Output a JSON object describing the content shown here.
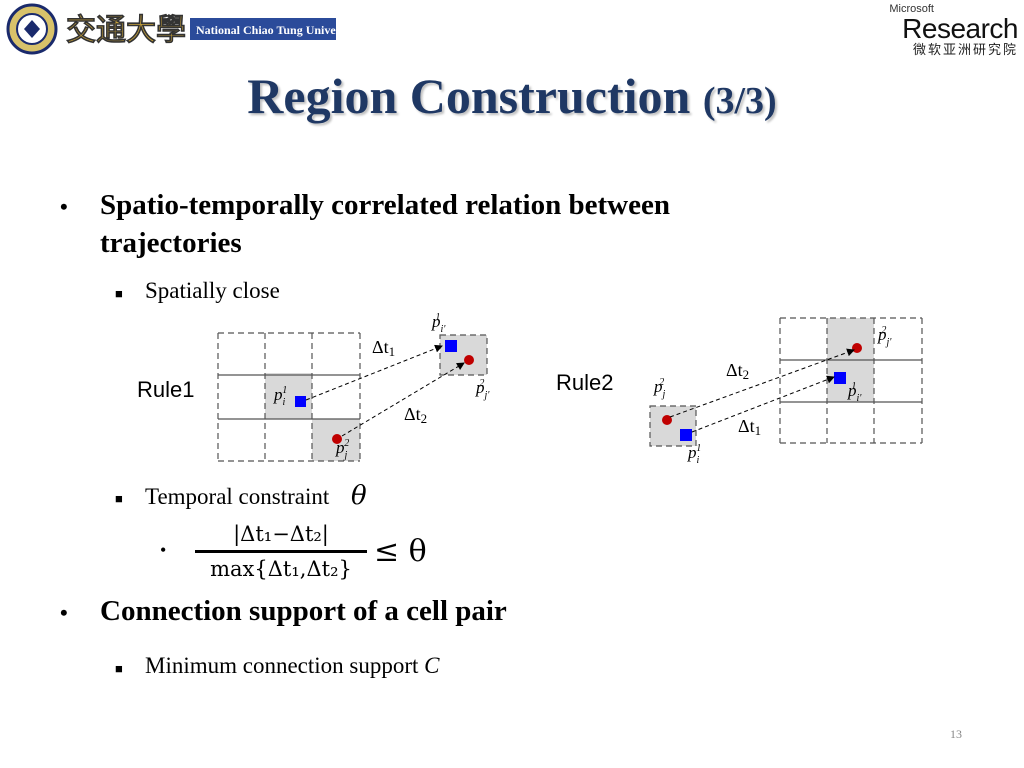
{
  "header": {
    "nctu_logo_text": "National Chiao Tung University",
    "nctu_logo_cn": "交通大學",
    "ms_small": "Microsoft",
    "ms_research": "Research",
    "ms_cn": "微软亚洲研究院"
  },
  "title": {
    "main": "Region Construction",
    "sub": "(3/3)"
  },
  "bullets": {
    "b1": "Spatio-temporally correlated relation between",
    "b1_cont": "trajectories",
    "b1_sub1": "Spatially close",
    "b1_sub2": "Temporal constraint",
    "theta": "θ",
    "formula": {
      "numerator": "|Δt₁−Δt₂|",
      "denominator": "max{Δt₁,Δt₂}",
      "relation": "≤ θ"
    },
    "b2": "Connection support of a cell pair",
    "b2_sub1": "Minimum connection support",
    "b2_sub1_var": "C"
  },
  "diagram1": {
    "label": "Rule1",
    "dt1": "Δt",
    "dt1_sub": "1",
    "dt2": "Δt",
    "dt2_sub": "2",
    "p_i_label": "p",
    "p_i_sub": "i",
    "p_i_sup": "1",
    "p_j_label": "p",
    "p_j_sub": "j",
    "p_j_sup": "2",
    "p_i2_label": "p",
    "p_i2_sub": "i'",
    "p_i2_sup": "1",
    "p_j2_label": "p",
    "p_j2_sub": "j'",
    "p_j2_sup": "2"
  },
  "diagram2": {
    "label": "Rule2",
    "dt2": "Δt",
    "dt2_sub": "2",
    "dt1": "Δt",
    "dt1_sub": "1",
    "p_j_label": "p",
    "p_j_sub": "j",
    "p_j_sup": "2",
    "p_i_label": "p",
    "p_i_sub": "i",
    "p_i_sup": "1",
    "p_j2_label": "p",
    "p_j2_sub": "j'",
    "p_j2_sup": "2",
    "p_i2_label": "p",
    "p_i2_sub": "i'",
    "p_i2_sup": "1"
  },
  "colors": {
    "title": "#1f3864",
    "red_point": "#c00000",
    "blue_point": "#0000ff",
    "cell_fill": "#d9d9d9"
  },
  "page_number": "13"
}
